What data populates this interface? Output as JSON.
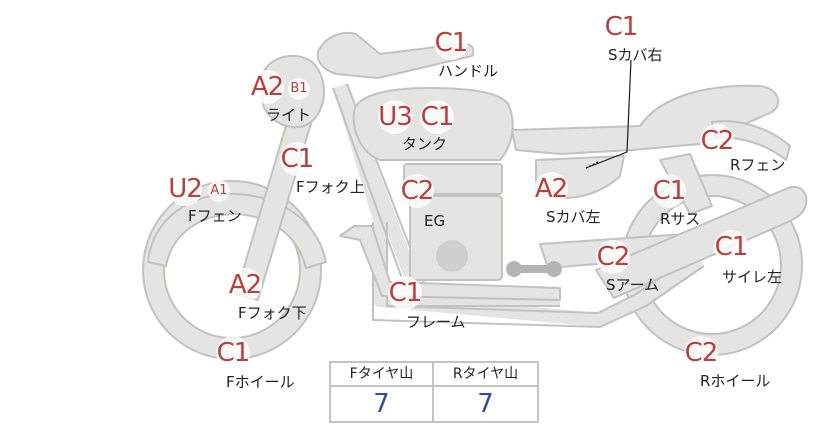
{
  "parts": [
    {
      "id": "handle",
      "grades": [
        "C1"
      ],
      "label": "ハンドル"
    },
    {
      "id": "light",
      "grades": [
        "A2",
        "B1"
      ],
      "label": "ライト"
    },
    {
      "id": "tank",
      "grades": [
        "U3",
        "C1"
      ],
      "label": "タンク"
    },
    {
      "id": "s-cover-r",
      "grades": [
        "C1"
      ],
      "label": "Sカバ右"
    },
    {
      "id": "r-fender",
      "grades": [
        "C2"
      ],
      "label": "Rフェン"
    },
    {
      "id": "f-fork-up",
      "grades": [
        "C1"
      ],
      "label": "Fフォク上"
    },
    {
      "id": "engine",
      "grades": [
        "C2"
      ],
      "label": "EG"
    },
    {
      "id": "s-cover-l",
      "grades": [
        "A2"
      ],
      "label": "Sカバ左"
    },
    {
      "id": "r-suspension",
      "grades": [
        "C1"
      ],
      "label": "Rサス"
    },
    {
      "id": "f-fender",
      "grades": [
        "U2",
        "A1"
      ],
      "label": "Fフェン"
    },
    {
      "id": "s-arm",
      "grades": [
        "C2"
      ],
      "label": "Sアーム"
    },
    {
      "id": "muffler-l",
      "grades": [
        "C1"
      ],
      "label": "サイレ左"
    },
    {
      "id": "f-fork-low",
      "grades": [
        "A2"
      ],
      "label": "Fフォク下"
    },
    {
      "id": "frame",
      "grades": [
        "C1"
      ],
      "label": "フレーム"
    },
    {
      "id": "f-wheel",
      "grades": [
        "C1"
      ],
      "label": "Fホイール"
    },
    {
      "id": "r-wheel",
      "grades": [
        "C2"
      ],
      "label": "Rホイール"
    }
  ],
  "tire_table": {
    "front_header": "Fタイヤ山",
    "rear_header": "Rタイヤ山",
    "front_value": "7",
    "rear_value": "7"
  },
  "colors": {
    "grade_text": "#b8413e",
    "value_text": "#2f4f9d",
    "bike_fill": "#e4e4e2",
    "bike_stroke": "#c2c2c0"
  }
}
